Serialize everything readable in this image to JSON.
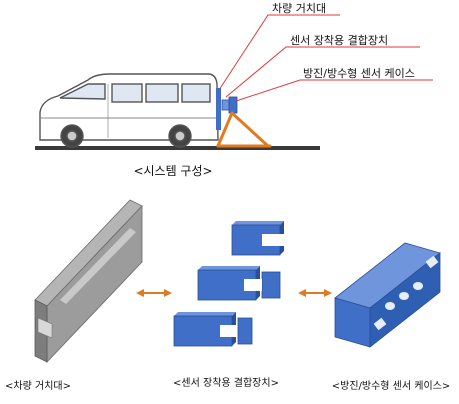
{
  "top": {
    "callouts": [
      {
        "text": "차량 거치대"
      },
      {
        "text": "센서 장착용 결합장치"
      },
      {
        "text": "방진/방수형 센서 케이스"
      }
    ],
    "caption": "<시스템 구성>"
  },
  "bottom": {
    "labels": [
      {
        "text": "<차량 거치대>"
      },
      {
        "text": "<센서 장착용 결합장치>"
      },
      {
        "text": "<방진/방수형 센서 케이스>"
      }
    ]
  },
  "colors": {
    "callout_line": "#e0393b",
    "tripod": "#e07b1f",
    "arrow": "#e07b1f",
    "blue_part": "#3f6fc6",
    "blue_dark": "#2a4f99",
    "blue_light": "#6f95dc",
    "rail_gray": "#9c9c9c",
    "ground": "#333333"
  },
  "icons": [
    "van-icon",
    "tripod-icon",
    "sensor-icon",
    "rail-icon",
    "bracket-icon",
    "sensor-case-icon",
    "double-arrow-icon"
  ]
}
